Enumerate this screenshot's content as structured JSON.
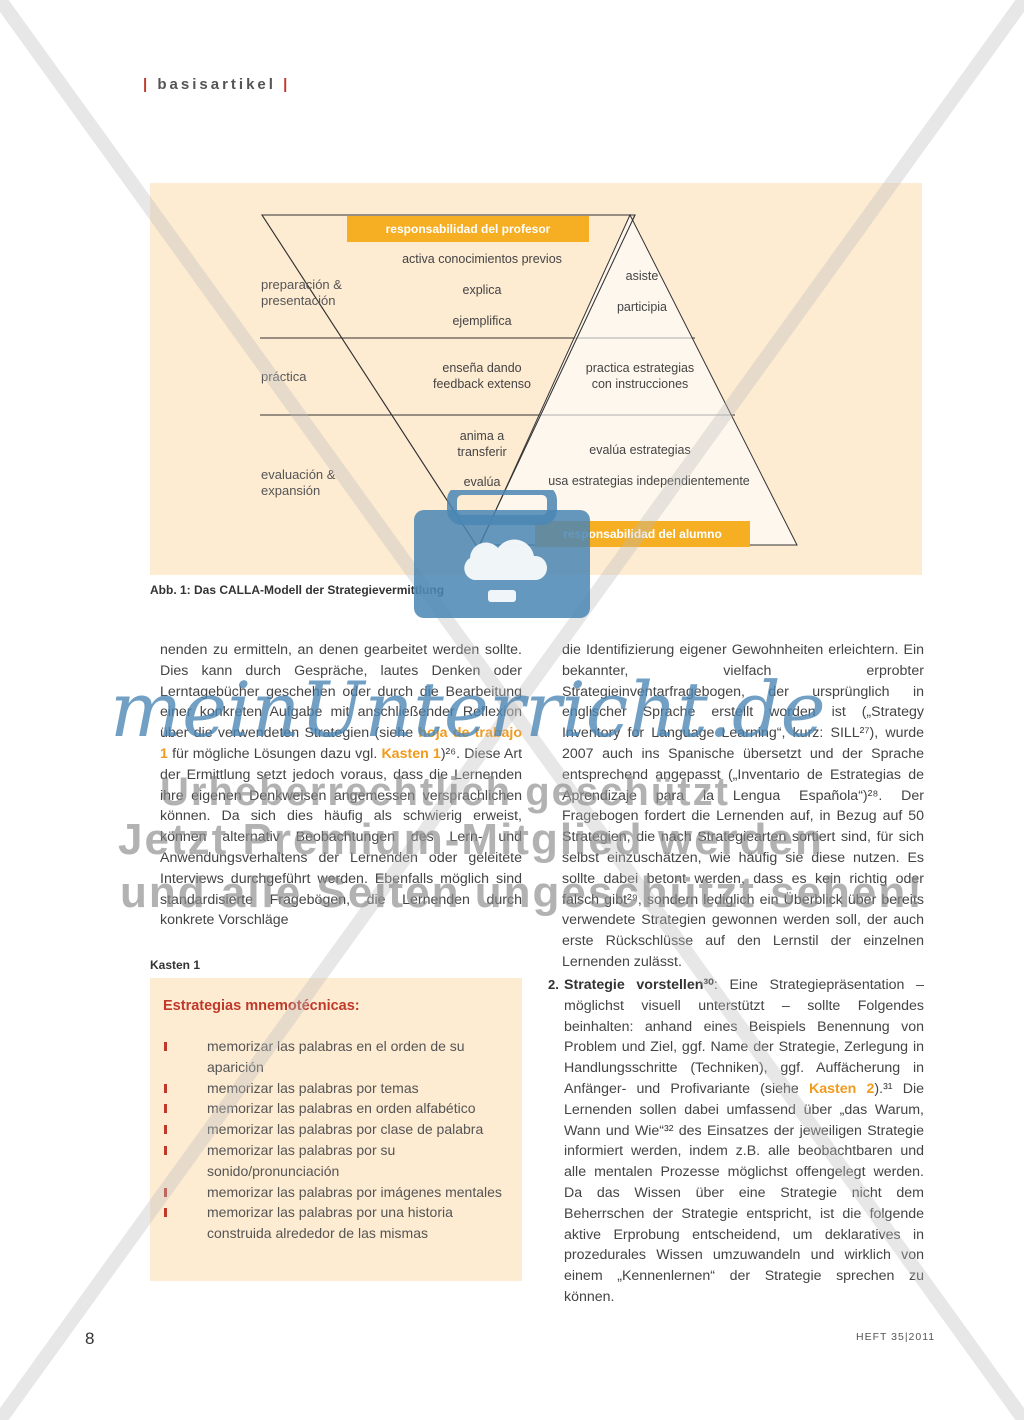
{
  "header": {
    "section": "basisartikel"
  },
  "figure": {
    "teacher_banner": "responsabilidad del profesor",
    "student_banner": "responsabilidad del alumno",
    "phase1": "preparación &\npresentación",
    "phase2": "práctica",
    "phase3": "evaluación &\nexpansión",
    "t1": "activa conocimientos previos",
    "t2": "explica",
    "t3": "ejemplifica",
    "s1": "asiste",
    "s2": "participia",
    "t4": "enseña dando\nfeedback extenso",
    "s3": "practica estrategias\ncon instrucciones",
    "t5": "anima a\ntransferir",
    "s4": "evalúa estrategias",
    "t6": "evalúa",
    "s5": "usa estrategias independientemente",
    "caption": "Abb. 1: Das CALLA-Modell der Strategievermittlung"
  },
  "left_column": {
    "p1_a": "nenden zu ermitteln, an denen gearbeitet werden sollte. Dies kann durch Gespräche, lautes Denken oder Lerntagebücher geschehen oder durch die Bearbeitung einer konkreten Aufgabe mit anschließender Reflexion über die verwendeten Strategien (siehe ",
    "p1_link1": "hoja de trabajo 1",
    "p1_b": " für mögliche Lösungen dazu vgl. ",
    "p1_link2": "Kasten 1",
    "p1_c": ")²⁶. Diese Art der Ermittlung setzt jedoch voraus, dass die Lernenden ihre eigenen Denkweisen angemessen versprachlichen können. Da sich dies häufig als schwierig erweist, können alternativ Beobachtungen des Lern- und Anwendungsverhaltens der Lernenden oder geleitete Interviews durchgeführt werden. Ebenfalls möglich sind standardisierte Fragebögen, die Lernenden durch konkrete Vorschläge"
  },
  "right_column": {
    "p1": "die Identifizierung eigener Gewohnheiten erleichtern. Ein bekannter, vielfach erprobter Strategieinventarfragebogen, der ursprünglich in englischer Sprache erstellt worden ist („Strategy Inventory for Language Learning“, kurz: SILL²⁷), wurde 2007 auch ins Spanische übersetzt und der Sprache entsprechend angepasst („Inventario de Estrategias de Aprendizaje para la Lengua Española“)²⁸. Der Fragebogen fordert die Lernenden auf, in Bezug auf 50 Strategien, die nach Strategiearten sortiert sind, für sich selbst einzuschätzen, wie häufig sie diese nutzen. Es sollte dabei betont werden, dass es kein richtig oder falsch gibt²⁹, sondern lediglich ein Überblick über bereits verwendete Strategien gewonnen werden soll, der auch erste Rückschlüsse auf den Lernstil der einzelnen Lernenden zulässt.",
    "item_num": "2.",
    "item_title": "Strategie vorstellen³⁰",
    "item_a": ": Eine Strategiepräsentation – möglichst visuell unterstützt – sollte Folgendes beinhalten: anhand eines Beispiels Benennung von Problem und Ziel, ggf. Name der Strategie, Zerlegung in Handlungsschritte (Techniken), ggf. Auffächerung in Anfänger- und Profivariante (siehe ",
    "item_link": "Kasten 2",
    "item_b": ").³¹ Die Lernenden sollen dabei umfassend über „das Warum, Wann und Wie“³² des Einsatzes der jeweiligen Strategie informiert werden, indem z.B. alle beobachtbaren und alle mentalen Prozesse möglichst offengelegt werden. Da das Wissen über eine Strategie nicht dem Beherrschen der Strategie entspricht, ist die folgende aktive Erprobung entscheidend, um deklaratives in prozedurales Wissen umzuwandeln und wirklich von einem „Kennenlernen“ der Strategie sprechen zu können."
  },
  "kasten": {
    "label": "Kasten 1",
    "title": "Estrategias mnemotécnicas:",
    "items": [
      "memorizar las palabras en el orden de su aparición",
      "memorizar las palabras por temas",
      "memorizar las palabras en orden alfabético",
      "memorizar las palabras por clase de palabra",
      "memorizar las palabras por su sonido/pronunciación",
      "memorizar las palabras por imágenes mentales",
      "memorizar las palabras por una historia construida alrededor de las mismas"
    ]
  },
  "footer": {
    "page": "8",
    "issue": "HEFT 35|2011"
  },
  "watermark": {
    "logo": "meinUnterricht.de",
    "line1": "Urheberrechtlich geschützt",
    "line2": "Jetzt Premium-Mitglied werden",
    "line3": "und alle Seiten ungeschützt sehen!"
  },
  "colors": {
    "accent_orange": "#f6ae23",
    "red": "#c0392b",
    "panel": "#fdebd2",
    "watermark_blue": "#4a86b4"
  }
}
